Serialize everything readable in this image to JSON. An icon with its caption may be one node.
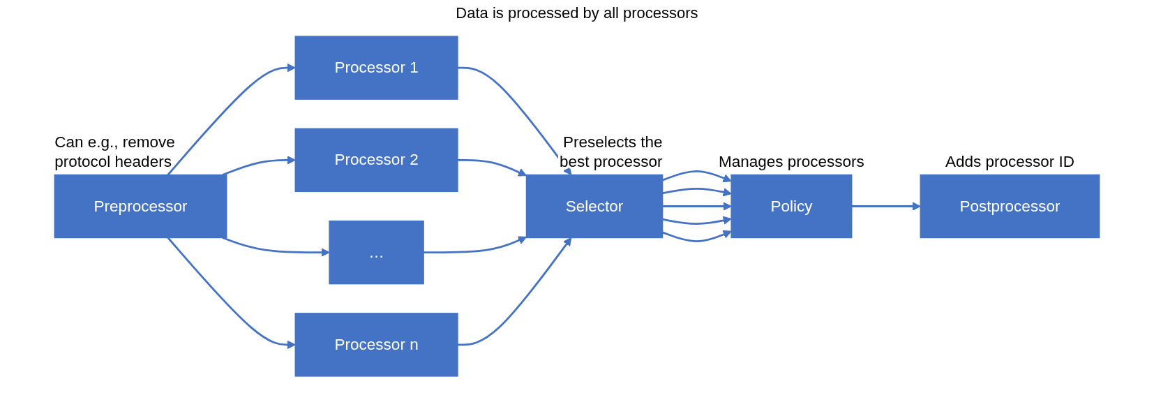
{
  "diagram": {
    "nodes": [
      {
        "text": [
          "Preprocessor"
        ],
        "beside": [
          "Can e.g., remove protocol headers"
        ]
      },
      {
        "text": [
          "Processor 1"
        ]
      },
      {
        "text": [
          "Processor 2"
        ]
      },
      {
        "text": [
          "…"
        ]
      },
      {
        "text": [
          "Processor n"
        ]
      },
      {
        "text": [
          "Selector"
        ],
        "beside": [
          "Preselects the best processor"
        ]
      },
      {
        "text": [
          "Policy"
        ],
        "beside": [
          "Manages processors"
        ]
      },
      {
        "text": [
          "Postprocessor"
        ],
        "beside": [
          "Adds processor ID"
        ]
      }
    ],
    "edges": [
      {
        "from": 0,
        "to": 1,
        "arrow": "to"
      },
      {
        "from": 0,
        "to": 2,
        "arrow": "to"
      },
      {
        "from": 0,
        "to": 3,
        "arrow": "to"
      },
      {
        "from": 0,
        "to": 4,
        "arrow": "to"
      },
      {
        "from": 1,
        "to": 5,
        "arrow": "to"
      },
      {
        "from": 2,
        "to": 5,
        "arrow": "to"
      },
      {
        "from": 3,
        "to": 5,
        "arrow": "to"
      },
      {
        "from": 4,
        "to": 5,
        "arrow": "to"
      },
      {
        "from": 5,
        "to": 6,
        "arrow": "to"
      },
      {
        "from": 5,
        "to": 6,
        "arrow": "to"
      },
      {
        "from": 5,
        "to": 6,
        "arrow": "to"
      },
      {
        "from": 5,
        "to": 6,
        "arrow": "to"
      },
      {
        "from": 5,
        "to": 6,
        "arrow": "to"
      },
      {
        "from": 6,
        "to": 7,
        "arrow": "to"
      }
    ],
    "labels": [
      "Data is processed by all processors"
    ]
  }
}
